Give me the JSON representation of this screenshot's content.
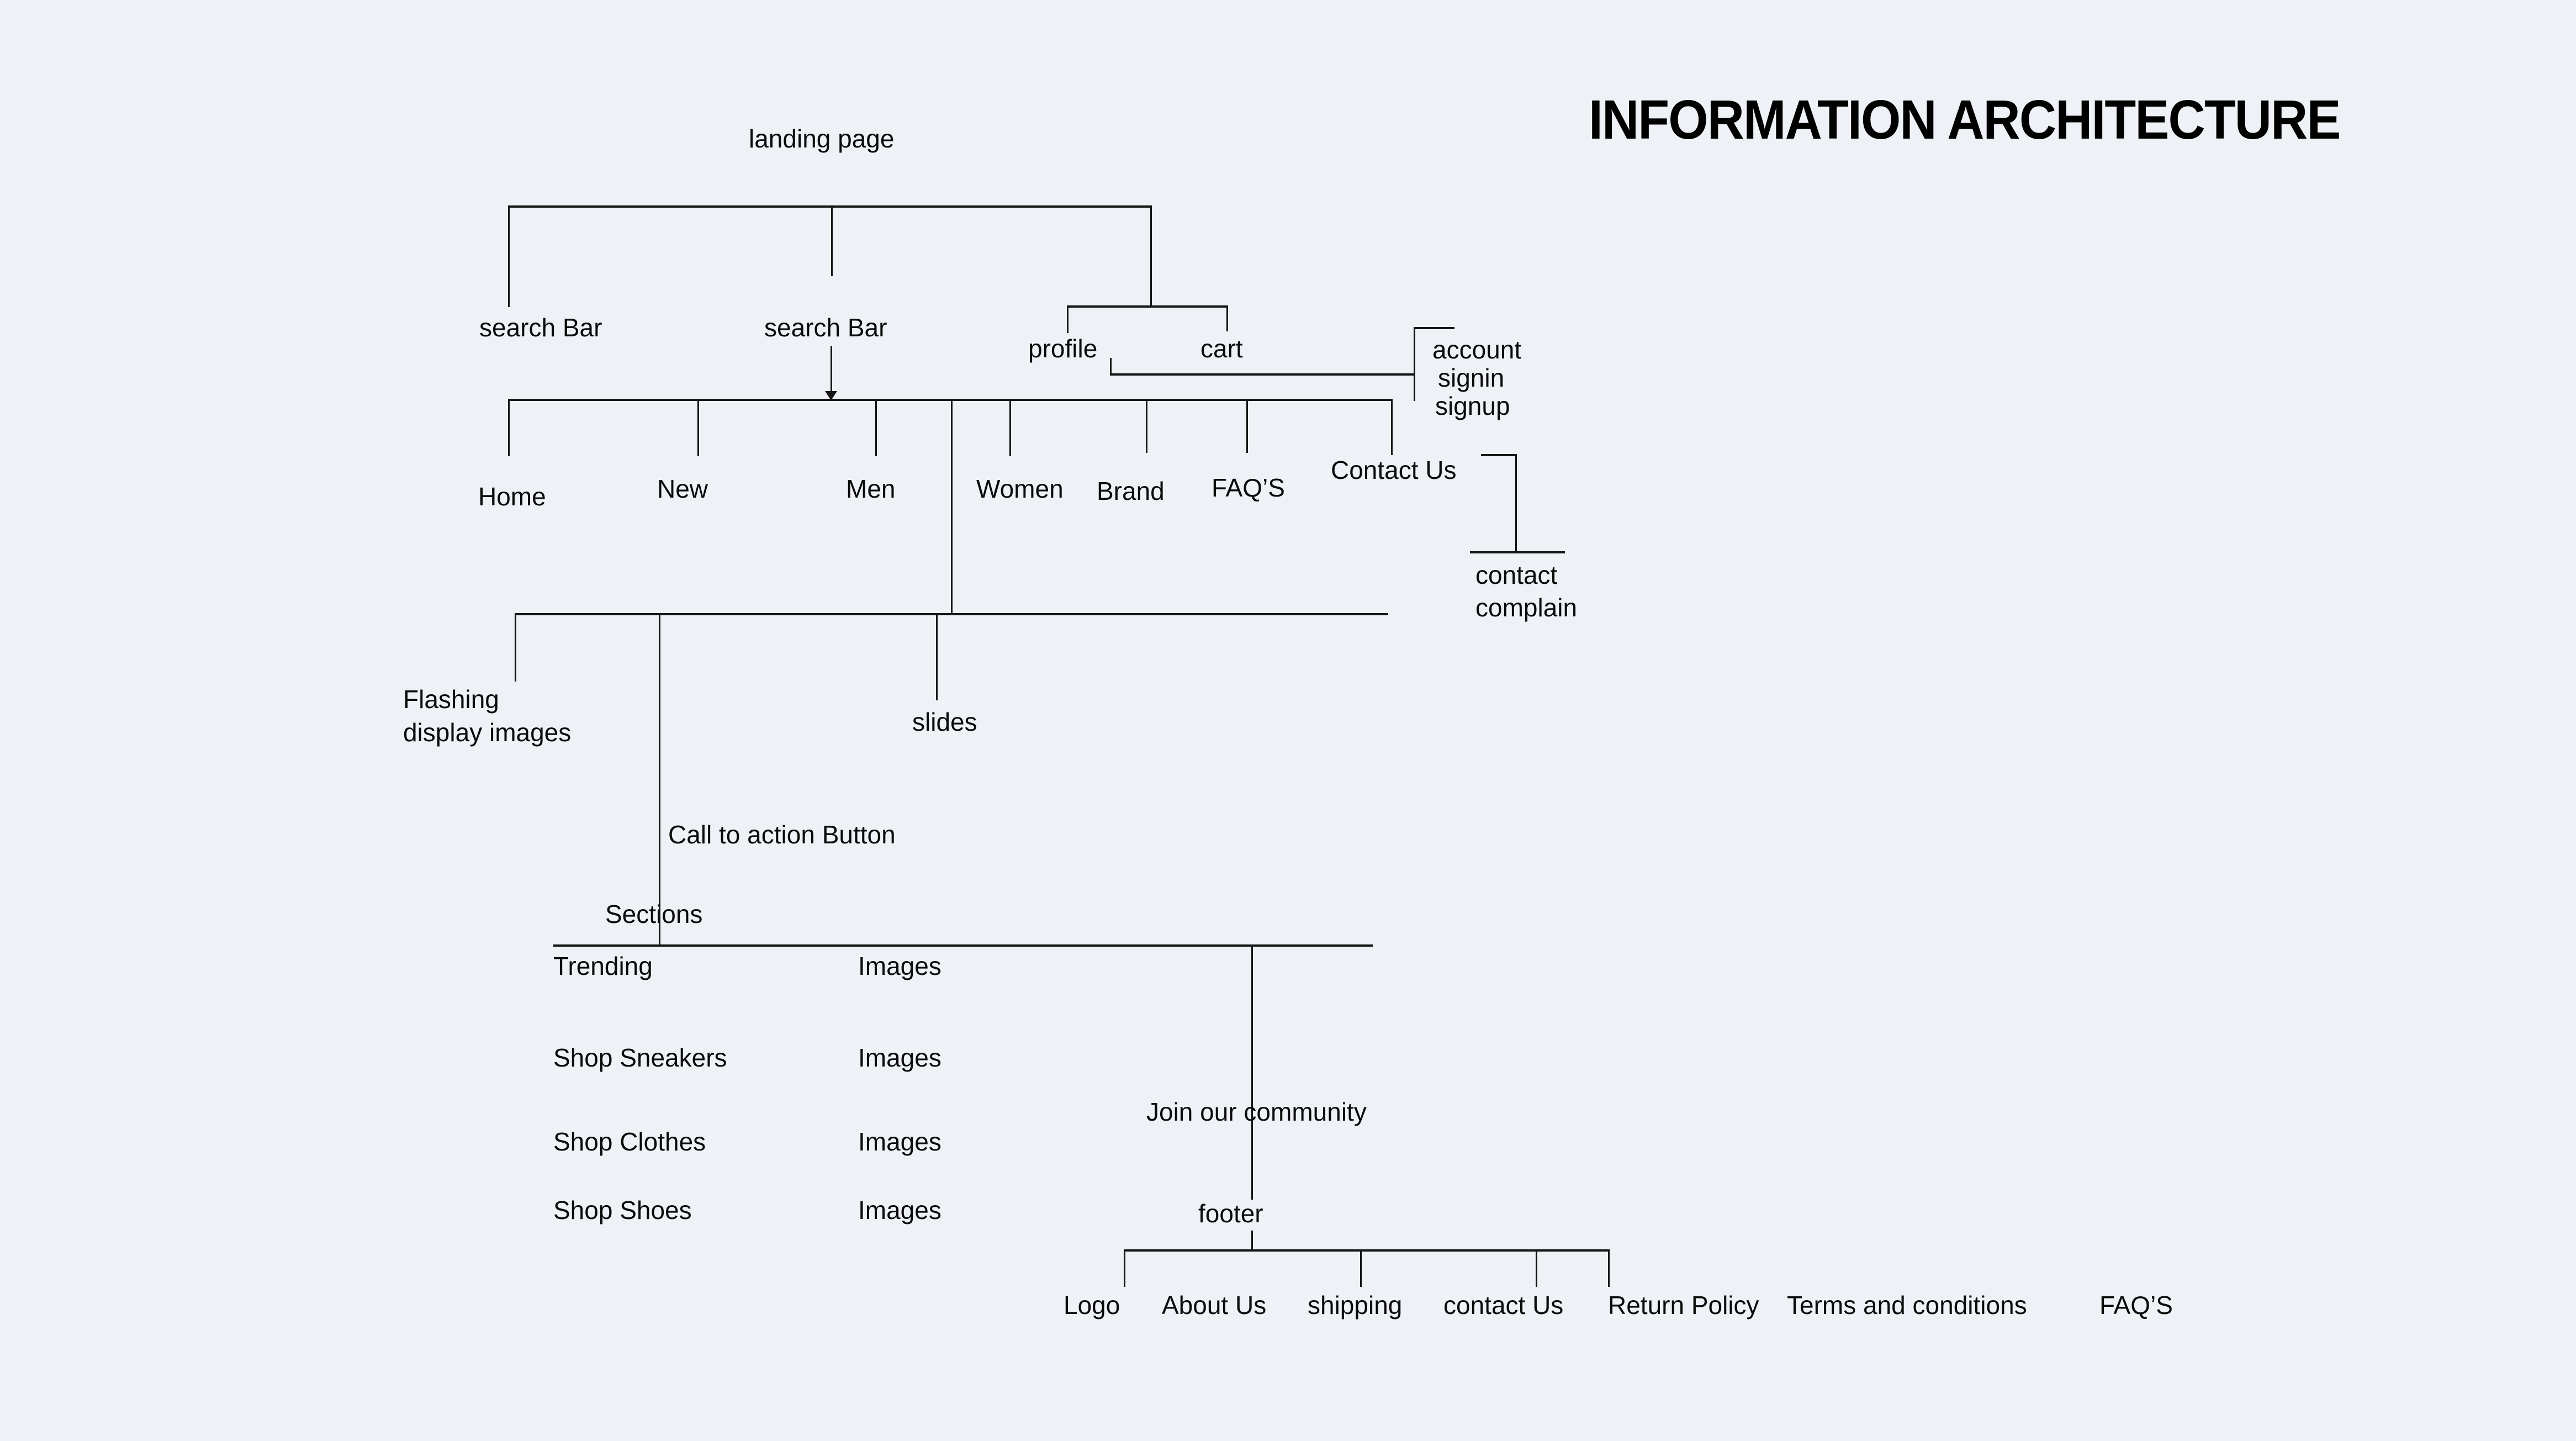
{
  "title": "INFORMATION ARCHITECTURE",
  "landing_page": "landing page",
  "top_level": {
    "search_bar_left": "search Bar",
    "search_bar_center": "search Bar",
    "profile": "profile",
    "cart": "cart",
    "account_menu": [
      "account",
      "signin",
      "signup"
    ]
  },
  "nav": {
    "items": [
      "Home",
      "New",
      "Men",
      "Women",
      "Brand",
      "FAQ’S",
      "Contact Us"
    ]
  },
  "contact_children": [
    "contact",
    "complain"
  ],
  "landing_blocks": {
    "flashing_lines": [
      "Flashing",
      "display images"
    ],
    "slides": "slides",
    "cta": "Call to action Button",
    "sections": "Sections"
  },
  "section_rows": [
    {
      "label": "Trending",
      "content": "Images"
    },
    {
      "label": "Shop Sneakers",
      "content": "Images"
    },
    {
      "label": "Shop Clothes",
      "content": "Images"
    },
    {
      "label": "Shop Shoes",
      "content": "Images"
    }
  ],
  "community": "Join our community",
  "footer": {
    "label": "footer",
    "items": [
      "Logo",
      "About Us",
      "shipping",
      "contact Us",
      "Return Policy",
      "Terms and conditions",
      "FAQ’S"
    ]
  },
  "colors": {
    "background": "#eef1f6",
    "line": "#151515",
    "text": "#0b0b0b"
  }
}
